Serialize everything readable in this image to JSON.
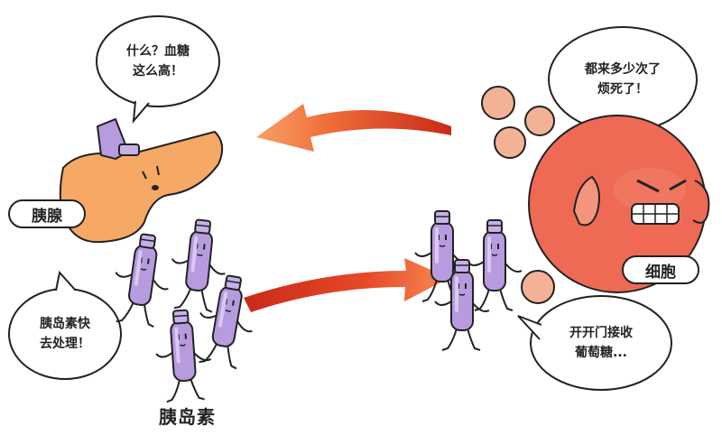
{
  "speech": {
    "pancreas": {
      "line1": "什么？血糖",
      "line2": "这么高！"
    },
    "cell": {
      "line1": "都来多少次了",
      "line2": "烦死了！"
    },
    "insulin": {
      "line1": "胰岛素快",
      "line2": "去处理！"
    },
    "receptor": {
      "line1": "开开门接收",
      "line2": "葡萄糖..."
    }
  },
  "labels": {
    "pancreas": "胰腺",
    "cell": "细胞",
    "insulin": "胰岛素"
  },
  "colors": {
    "pancreas": "#f6a865",
    "cell": "#ee6a55",
    "glucose": "#f3b296",
    "insulin": "#b79bde",
    "arrow_top": "#e9552b",
    "arrow_bottom": "#d93b23",
    "outline": "#222222"
  }
}
